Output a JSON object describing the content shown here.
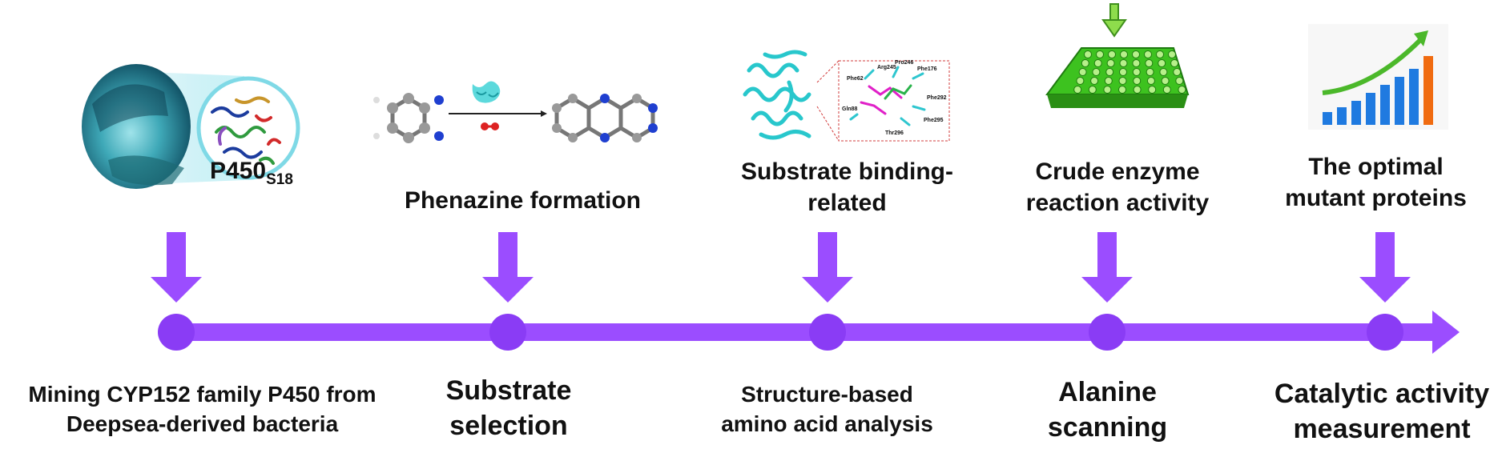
{
  "colors": {
    "timeline": "#9b4dff",
    "arrow": "#9b4dff",
    "node": "#8a3cf5",
    "plate": "#3dc21f",
    "plate_arrow": "#5fbf2a"
  },
  "top_captions": {
    "p450_main": "P450",
    "p450_sub": "S18",
    "phenazine": "Phenazine formation",
    "binding_line1": "Substrate binding-",
    "binding_line2": "related",
    "crude_line1": "Crude enzyme",
    "crude_line2": "reaction activity",
    "optimal_line1": "The optimal",
    "optimal_line2": "mutant proteins"
  },
  "structure_labels": [
    "Arg245",
    "Pro246",
    "Phe176",
    "Phe62",
    "Gln88",
    "Phe292",
    "Phe295",
    "Thr296"
  ],
  "steps": [
    {
      "line1": "Mining CYP152 family P450 from",
      "line2": "Deepsea-derived bacteria"
    },
    {
      "line1": "Substrate",
      "line2": "selection"
    },
    {
      "line1": "Structure-based",
      "line2": "amino acid analysis"
    },
    {
      "line1": "Alanine",
      "line2": "scanning"
    },
    {
      "line1": "Catalytic activity",
      "line2": "measurement"
    }
  ]
}
